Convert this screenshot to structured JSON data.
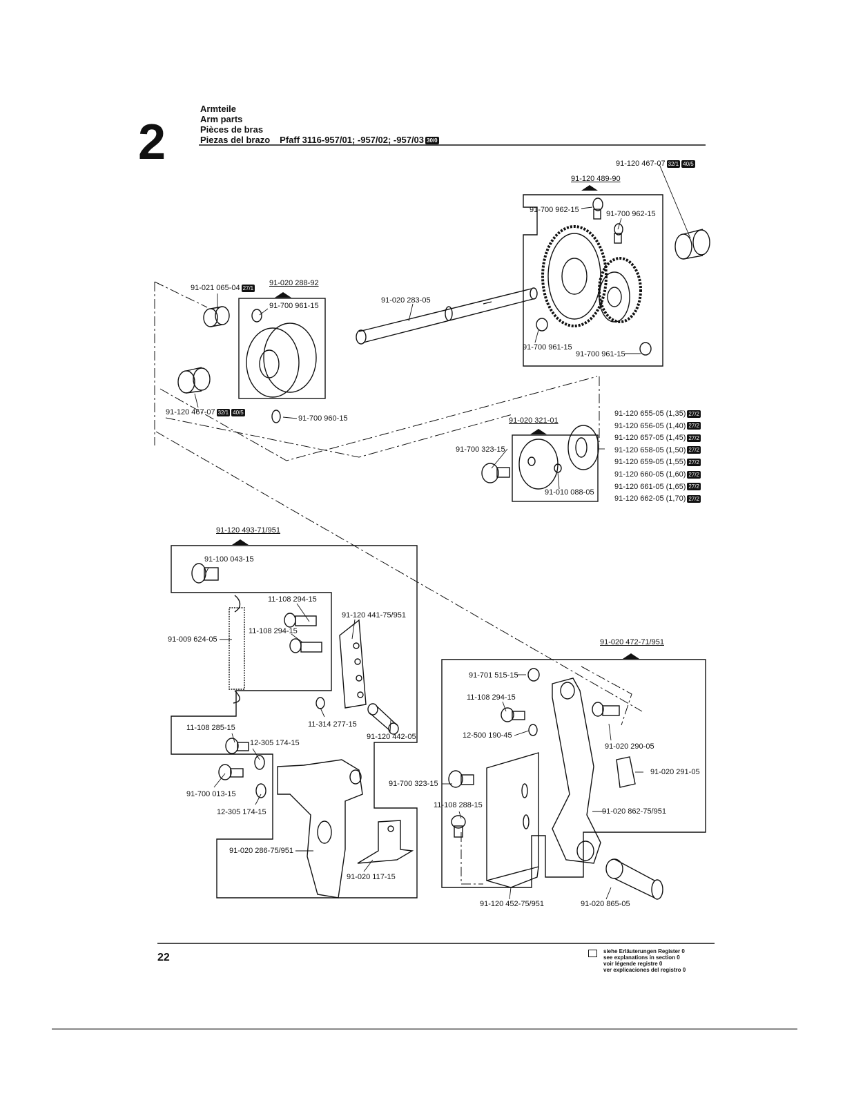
{
  "header": {
    "section_number": "2",
    "title_de": "Armteile",
    "title_en": "Arm parts",
    "title_fr": "Pièces de bras",
    "title_es": "Piezas del brazo",
    "model": "Pfaff 3116-957/01; -957/02; -957/03",
    "model_badge": "30/0"
  },
  "labels": {
    "p_91_120_467_07_top": "91-120 467-07",
    "p_91_120_489_90": "91-120 489-90",
    "p_91_700_962_15_a": "91-700 962-15",
    "p_91_700_962_15_b": "91-700 962-15",
    "p_91_700_961_15_c": "91-700 961-15",
    "p_91_700_961_15_d": "91-700 961-15",
    "p_91_021_065_04": "91-021 065-04",
    "p_91_020_288_92": "91-020 288-92",
    "p_91_700_961_15_e": "91-700 961-15",
    "p_91_020_283_05": "91-020 283-05",
    "p_91_120_467_07_left": "91-120 467-07",
    "p_91_700_960_15": "91-700 960-15",
    "p_91_020_321_01": "91-020 321-01",
    "p_91_700_323_15_a": "91-700 323-15",
    "p_91_010_088_05": "91-010 088-05",
    "p_91_120_493_71_951": "91-120 493-71/951",
    "p_91_100_043_15": "91-100 043-15",
    "p_11_108_294_15_a": "11-108 294-15",
    "p_11_108_294_15_b": "11-108 294-15",
    "p_91_009_624_05": "91-009 624-05",
    "p_91_120_441_75_951": "91-120 441-75/951",
    "p_11_314_277_15": "11-314 277-15",
    "p_91_120_442_05": "91-120 442-05",
    "p_11_108_285_15": "11-108 285-15",
    "p_12_305_174_15_a": "12-305 174-15",
    "p_91_700_013_15": "91-700 013-15",
    "p_12_305_174_15_b": "12-305 174-15",
    "p_91_020_286_75_951": "91-020 286-75/951",
    "p_91_020_117_15": "91-020 117-15",
    "p_91_020_472_71_951": "91-020 472-71/951",
    "p_91_701_515_15": "91-701 515-15",
    "p_11_108_294_15_c": "11-108 294-15",
    "p_12_500_190_45": "12-500 190-45",
    "p_91_020_290_05": "91-020 290-05",
    "p_91_020_291_05": "91-020 291-05",
    "p_91_700_323_15_b": "91-700 323-15",
    "p_11_108_288_15": "11-108 288-15",
    "p_91_020_862_75_951": "91-020 862-75/951",
    "p_91_120_452_75_951": "91-120 452-75/951",
    "p_91_020_865_05": "91-020 865-05"
  },
  "badges": {
    "b_321": "32/1",
    "b_405": "40/5",
    "b_271": "27/1",
    "b_272": "27/2"
  },
  "shim_list": [
    "91-120 655-05 (1,35)",
    "91-120 656-05 (1,40)",
    "91-120 657-05 (1,45)",
    "91-120 658-05 (1,50)",
    "91-120 659-05 (1,55)",
    "91-120 660-05 (1,60)",
    "91-120 661-05 (1,65)",
    "91-120 662-05 (1,70)"
  ],
  "footer": {
    "page_number": "22",
    "legend": [
      "siehe Erläuterungen Register 0",
      "see explanations in section 0",
      "voir légende registre 0",
      "ver explicaciones del registro 0"
    ]
  }
}
